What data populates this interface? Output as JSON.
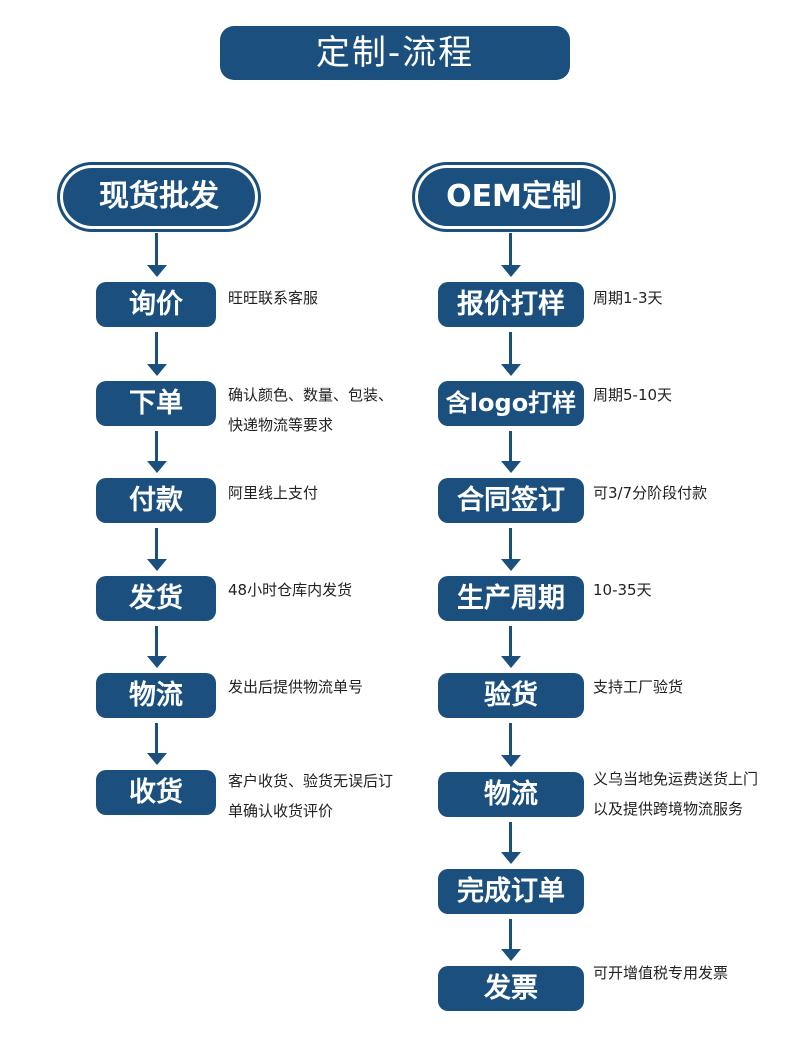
{
  "title": "定制-流程",
  "left": {
    "header": "现货批发",
    "steps": [
      {
        "label": "询价",
        "note": "旺旺联系客服"
      },
      {
        "label": "下单",
        "note": "确认颜色、数量、包装、快递物流等要求"
      },
      {
        "label": "付款",
        "note": "阿里线上支付"
      },
      {
        "label": "发货",
        "note": "48小时仓库内发货"
      },
      {
        "label": "物流",
        "note": "发出后提供物流单号"
      },
      {
        "label": "收货",
        "note": "客户收货、验货无误后订单确认收货评价"
      }
    ]
  },
  "right": {
    "header": "OEM定制",
    "steps": [
      {
        "label": "报价打样",
        "note": "周期1-3天"
      },
      {
        "label": "含logo打样",
        "note": "周期5-10天"
      },
      {
        "label": "合同签订",
        "note": "可3/7分阶段付款"
      },
      {
        "label": "生产周期",
        "note": "10-35天"
      },
      {
        "label": "验货",
        "note": "支持工厂验货"
      },
      {
        "label": "物流",
        "note": "义乌当地免运费送货上门以及提供跨境物流服务"
      },
      {
        "label": "完成订单",
        "note": ""
      },
      {
        "label": "发票",
        "note": "可开增值税专用发票"
      }
    ]
  },
  "colors": {
    "accent": "#1a4f7e"
  }
}
